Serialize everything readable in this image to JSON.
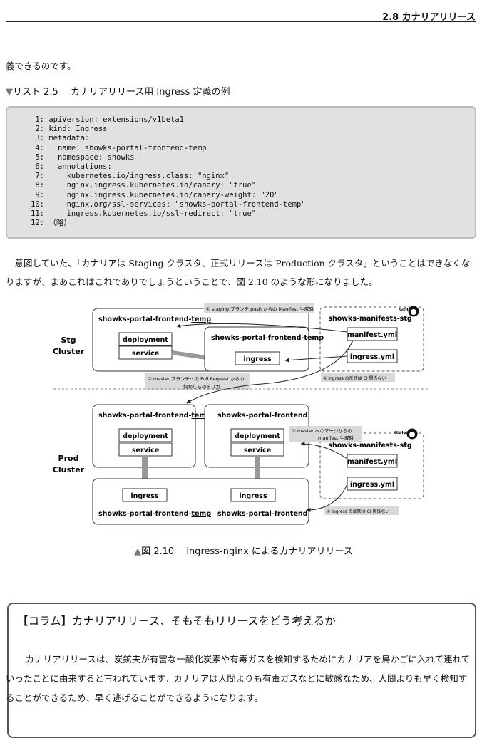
{
  "header": {
    "running_title": "2.8 カナリアリリース"
  },
  "intro": {
    "tail": "義できるのです。"
  },
  "listing": {
    "caption_marker": "▼",
    "caption": "リスト 2.5　 カナリアリリース用 Ingress 定義の例",
    "lines": [
      {
        "no": "1:",
        "code": "apiVersion: extensions/v1beta1"
      },
      {
        "no": "2:",
        "code": "kind: Ingress"
      },
      {
        "no": "3:",
        "code": "metadata:"
      },
      {
        "no": "4:",
        "code": "  name: showks-portal-frontend-temp"
      },
      {
        "no": "5:",
        "code": "  namespace: showks"
      },
      {
        "no": "6:",
        "code": "  annotations:"
      },
      {
        "no": "7:",
        "code": "    kubernetes.io/ingress.class: \"nginx\""
      },
      {
        "no": "8:",
        "code": "    nginx.ingress.kubernetes.io/canary: \"true\""
      },
      {
        "no": "9:",
        "code": "    nginx.ingress.kubernetes.io/canary-weight: \"20\""
      },
      {
        "no": "10:",
        "code": "    nginx.org/ssl-services: \"showks-portal-frontend-temp\""
      },
      {
        "no": "11:",
        "code": "    ingress.kubernetes.io/ssl-redirect: \"true\""
      },
      {
        "no": "12:",
        "code": "（略）"
      }
    ]
  },
  "body": {
    "paragraph": "意図していた、「カナリアは Staging クラスタ、正式リリースは Production クラスタ」ということはできなくなりますが、まあこれはこれでありでしょうということで、図 2.10 のような形になりました。"
  },
  "diagram": {
    "stg_cluster_label": [
      "Stg",
      "Cluster"
    ],
    "prod_cluster_label": [
      "Prod",
      "Cluster"
    ],
    "stg_temp_ns": {
      "prefix": "showks-portal-frontend-",
      "suffix": "temp"
    },
    "stg_ingress_ns": {
      "prefix": "showks-portal-frontend-",
      "suffix": "temp"
    },
    "deployment": "deployment",
    "service": "service",
    "ingress": "ingress",
    "prod_temp_ns": {
      "prefix": "showks-portal-frontend-",
      "suffix": "temp"
    },
    "prod_frontend_ns": "showks-portal-frontend",
    "prod_bottom_temp": {
      "prefix": "showks-portal-frontend-",
      "suffix": "temp"
    },
    "prod_bottom_frontend": "showks-portal-frontend",
    "manifests_repo": "showks-manifests-stg",
    "github_label": "GitHub",
    "manifest_file": "manifest.yml",
    "ingress_file": "ingress.yml",
    "note_1": "① staging ブランチ push からの Manifest 生成時",
    "note_2": [
      "② master ブランチへの Pull Request からの",
      "何かしらのトリガ"
    ],
    "note_3": [
      "③ master へのマージからの",
      "manifest 生成時"
    ],
    "note_4": "④ ingress の反映は CI 関係ない"
  },
  "figure": {
    "caption_marker": "▲",
    "caption": "図 2.10　 ingress-nginx によるカナリアリリース"
  },
  "column": {
    "title": "【コラム】カナリアリリース、そもそもリリースをどう考えるか",
    "text": "カナリアリリースは、炭鉱夫が有害な一酸化炭素や有毒ガスを検知するためにカナリアを鳥かごに入れて連れていったことに由来すると言われています。カナリアは人間よりも有毒ガスなどに敏感なため、人間よりも早く検知することができるため、早く逃げることができるようになります。"
  },
  "colors": {
    "code_bg": "#e1e1e1",
    "note_bg": "#d9d9d9",
    "connector": "#999999"
  }
}
